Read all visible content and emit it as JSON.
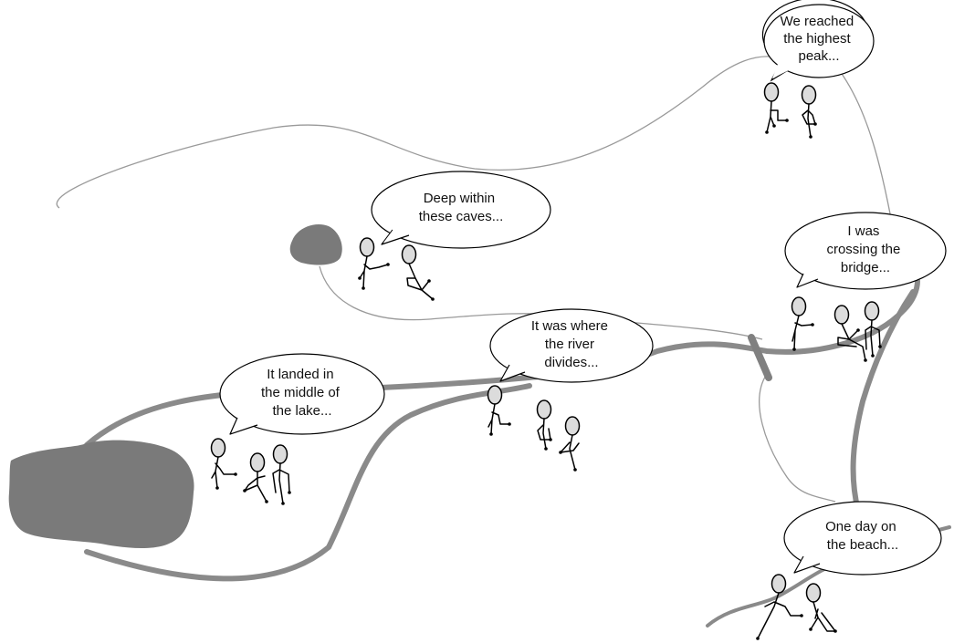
{
  "scene": {
    "colors": {
      "river": "#8a8a8a",
      "path": "#9a9a9a",
      "land": "#7a7a7a",
      "head": "#dcdcdc",
      "ink": "#000000"
    }
  },
  "bubbles": {
    "peak": [
      "We reached",
      "the highest",
      "peak..."
    ],
    "caves": [
      "Deep within",
      "these caves..."
    ],
    "bridge": [
      "I was",
      "crossing the",
      "bridge..."
    ],
    "river": [
      "It was where",
      "the river",
      "divides..."
    ],
    "lake": [
      "It landed in",
      "the middle of",
      "the lake..."
    ],
    "beach": [
      "One day on",
      "the beach..."
    ]
  }
}
